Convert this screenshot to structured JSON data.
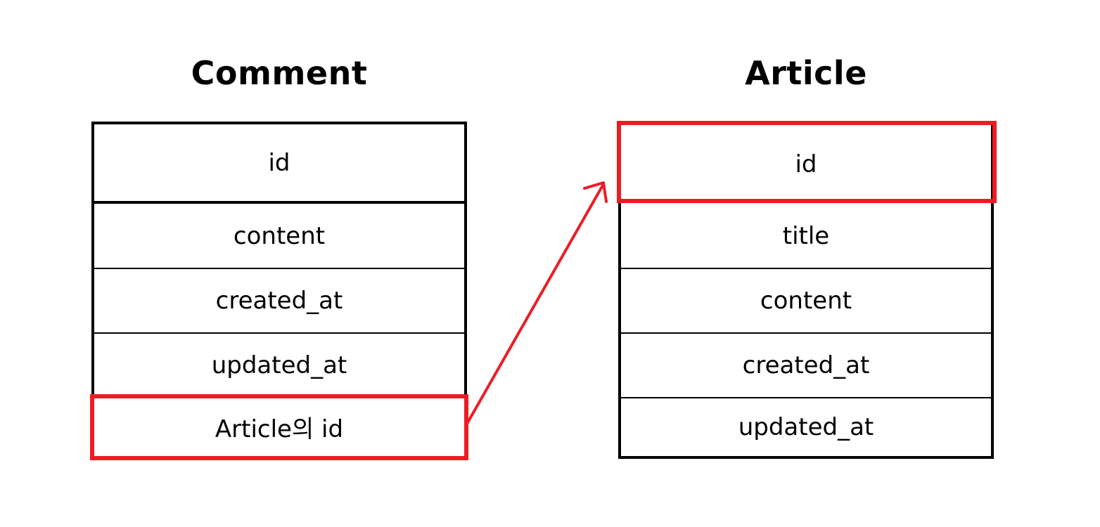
{
  "comment": {
    "title": "Comment",
    "fields": [
      "id",
      "content",
      "created_at",
      "updated_at",
      "Article의 id"
    ]
  },
  "article": {
    "title": "Article",
    "fields": [
      "id",
      "title",
      "content",
      "created_at",
      "updated_at"
    ]
  },
  "colors": {
    "highlight": "#ed1c24",
    "border": "#000000"
  }
}
